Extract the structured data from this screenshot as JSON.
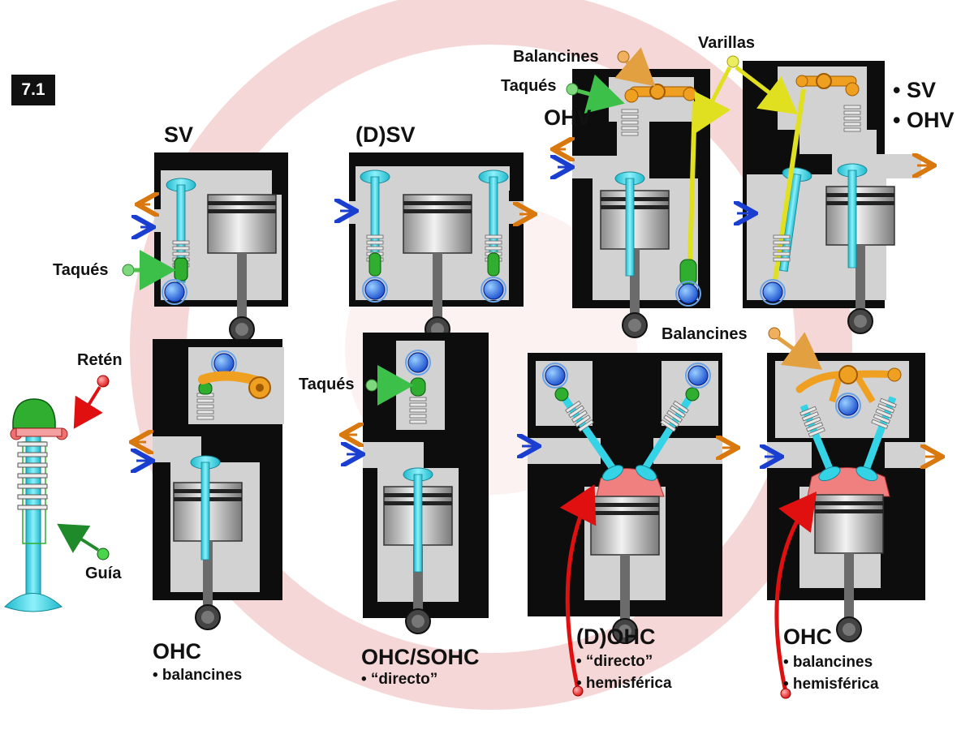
{
  "figure_number": "7.1",
  "engines": {
    "sv": {
      "title": "SV"
    },
    "dsv": {
      "title": "(D)SV"
    },
    "ohv": {
      "title": "OHV"
    },
    "sv_ohv": {
      "line1": "• SV",
      "line2": "• OHV"
    },
    "ohc_bal": {
      "title": "OHC",
      "sub1": "• balancines"
    },
    "ohc_sohc": {
      "title": "OHC/SOHC",
      "sub1": "• “directo”"
    },
    "dohc": {
      "title": "(D)OHC",
      "sub1": "• “directo”",
      "sub2": "• hemisférica"
    },
    "ohc_hemi": {
      "title": "OHC",
      "sub1": "• balancines",
      "sub2": "• hemisférica"
    }
  },
  "callouts": {
    "taques_sv": "Taqués",
    "taques_ohv": "Taqués",
    "balancines_ohv": "Balancines",
    "varillas": "Varillas",
    "taques_sohc": "Taqués",
    "balancines_ohc": "Balancines",
    "reten": "Retén",
    "guia": "Guía"
  },
  "colors": {
    "valve": "#35d3e6",
    "spring": "#cfd3d6",
    "tappet": "#2fae2f",
    "rocker": "#f0a020",
    "pushrod": "#e8e82a",
    "combustion_chamber": "#f08080",
    "intake_arrow": "#1a3fd0",
    "exhaust_arrow": "#d9780f",
    "callout_red": "#e01010"
  }
}
